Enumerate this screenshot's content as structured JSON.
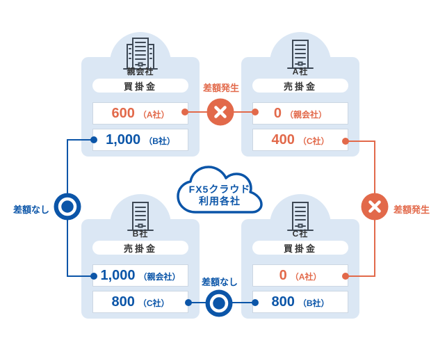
{
  "cards": {
    "parent": {
      "name": "親会社",
      "account": "買掛金",
      "rows": [
        {
          "value": "600",
          "party": "（A社）"
        },
        {
          "value": "1,000",
          "party": "（B社）"
        }
      ]
    },
    "company_a": {
      "name": "A社",
      "account": "売掛金",
      "rows": [
        {
          "value": "0",
          "party": "（親会社）"
        },
        {
          "value": "400",
          "party": "（C社）"
        }
      ]
    },
    "company_b": {
      "name": "B社",
      "account": "売掛金",
      "rows": [
        {
          "value": "1,000",
          "party": "（親会社）"
        },
        {
          "value": "800",
          "party": "（C社）"
        }
      ]
    },
    "company_c": {
      "name": "C社",
      "account": "買掛金",
      "rows": [
        {
          "value": "0",
          "party": "（A社）"
        },
        {
          "value": "800",
          "party": "（B社）"
        }
      ]
    }
  },
  "cloud": {
    "line1": "FX5クラウド",
    "line2": "利用各社"
  },
  "connectors": {
    "top": {
      "label": "差額発生"
    },
    "left": {
      "label": "差額なし"
    },
    "bottom": {
      "label": "差額なし"
    },
    "right": {
      "label": "差額発生"
    }
  },
  "colors": {
    "blue": "#0b55a8",
    "orange": "#e2694a",
    "card_bg": "#dbe7f4",
    "text_dark": "#333333"
  }
}
